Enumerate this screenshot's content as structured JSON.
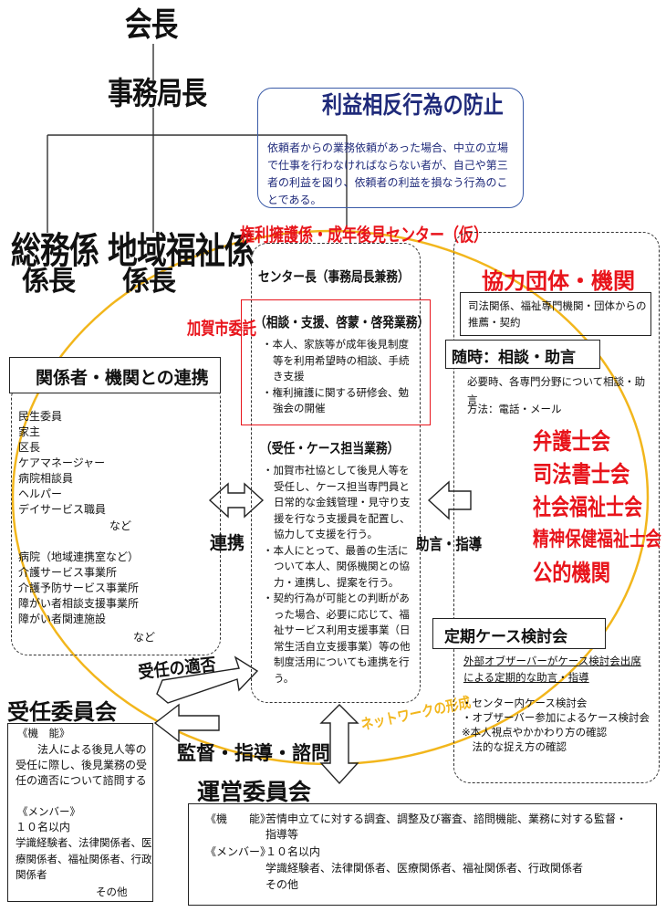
{
  "org": {
    "chairman": "会長",
    "secretary_general": "事務局長",
    "general_affairs": "総務係",
    "general_affairs_chief": "係長",
    "community_welfare": "地域福祉係",
    "community_welfare_chief": "係長"
  },
  "conflict": {
    "title": "利益相反行為の防止",
    "body": "依頼者からの業務依頼があった場合、中立の立場で仕事を行わなければならない者が、自己や第三者の利益を図り、依頼者の利益を損なう行為のことである。"
  },
  "center": {
    "title": "権利擁護係・成年後見センター（仮）",
    "head": "センター長（事務局長兼務）",
    "consult_heading": "（相談・支援、啓蒙・啓発業務）",
    "consult_items": [
      "・本人、家族等が成年後見制度等を利用希望時の相談、手続き支援",
      "・権利擁護に関する研修会、勉強会の開催"
    ],
    "case_heading": "（受任・ケース担当業務）",
    "case_items": [
      "・加賀市社協として後見人等を受任し、ケース担当専門員と日常的な金銭管理・見守り支援を行なう支援員を配置し、協力して支援を行う。",
      "・本人にとって、最善の生活について本人、関係機関との協力・連携し、提案を行う。",
      "・契約行為が可能との判断があった場合、必要に応じて、福祉サービス利用支援事業（日常生活自立支援事業）等の他制度活用についても連携を行う。"
    ],
    "kaga_commission": "加賀市委託"
  },
  "relations": {
    "title": "関係者・機関との連携",
    "group1": [
      "民生委員",
      "家主",
      "区長",
      "ケアマネージャー",
      "病院相談員",
      "ヘルパー",
      "デイサービス職員"
    ],
    "etc1": "など",
    "group2": [
      "病院（地域連携室など）",
      "介護サービス事業所",
      "介護予防サービス事業所",
      "障がい者相談支援事業所",
      "障がい者関連施設"
    ],
    "etc2": "など"
  },
  "partners": {
    "title": "協力団体・機関",
    "desc": "司法関係、福祉専門機関・団体からの推薦・契約",
    "anytime_heading": "随時：相談・助言",
    "anytime_body": "必要時、各専門分野について相談・助言",
    "method": "方法：電話・メール",
    "list": [
      "弁護士会",
      "司法書士会",
      "社会福祉士会",
      "精神保健福祉士会",
      "公的機関"
    ],
    "case_meeting_heading": "定期ケース検討会",
    "case_meeting_desc": "外部オブザーバーがケース検討会出席による定期的な助言・指導",
    "case_meeting_items": [
      "・センター内ケース検討会",
      "・オブザーバー参加によるケース検討会",
      "※本人視点やかかわり方の確認",
      "　法的な捉え方の確認"
    ]
  },
  "arrows": {
    "cooperation": "連携",
    "advice": "助言・指導",
    "appropriateness": "受任の適否",
    "supervision": "監督・指導・諮問",
    "network": "ネットワークの形成"
  },
  "committee": {
    "title": "受任委員会",
    "function_label": "《機　能》",
    "function_body": "法人による後見人等の受任に際し、後見業務の受任の適否について諮問する",
    "members_label": "《メンバー》",
    "members_count": "１０名以内",
    "members_body": "学識経験者、法律関係者、医療関係者、福祉関係者、行政関係者",
    "members_etc": "その他"
  },
  "steering": {
    "title": "運営委員会",
    "function_label": "《機　　能》",
    "function_body": "苦情申立てに対する調査、調整及び審査、諮問機能、業務に対する監督・指導等",
    "members_label": "《メンバー》",
    "members_count": "１０名以内",
    "members_body": "学識経験者、法律関係者、医療関係者、福祉関係者、行政関係者",
    "members_etc": "その他"
  },
  "colors": {
    "red": "#e8141b",
    "navy": "#1f2a7a",
    "network_ring": "#f2b61c"
  }
}
